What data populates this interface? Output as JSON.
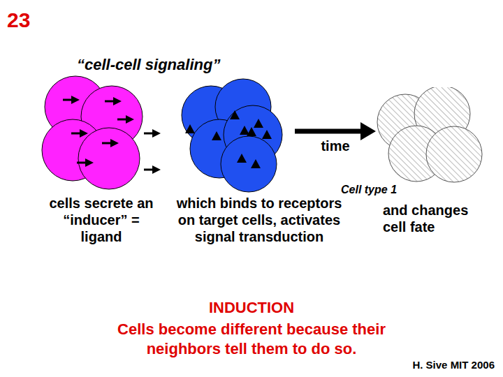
{
  "diagram": {
    "title": "“cell-cell signaling”",
    "nodes": [
      {
        "text": [
          "cells secrete an “inducer” = ligand"
        ]
      },
      {
        "text": [
          "which binds to receptors on target cells, activates signal transduction"
        ]
      },
      {
        "text": [
          "Cell type 1",
          "and changes cell fate"
        ]
      }
    ],
    "edges": [
      {
        "from": 1,
        "to": 2,
        "label": "time",
        "arrow": "to"
      }
    ],
    "labels": [
      "23",
      "INDUCTION",
      "Cells become different because their neighbors tell them to do so.",
      "H. Sive MIT 2006"
    ]
  }
}
